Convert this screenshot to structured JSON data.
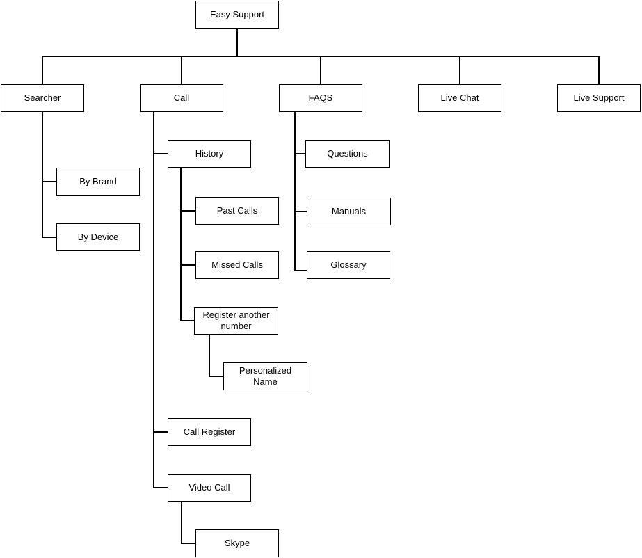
{
  "diagram": {
    "type": "tree",
    "root": "Easy Support",
    "nodes": [
      {
        "id": "easy-support",
        "label": "Easy Support",
        "parent": null
      },
      {
        "id": "searcher",
        "label": "Searcher",
        "parent": "easy-support"
      },
      {
        "id": "call",
        "label": "Call",
        "parent": "easy-support"
      },
      {
        "id": "faqs",
        "label": "FAQS",
        "parent": "easy-support"
      },
      {
        "id": "live-chat",
        "label": "Live Chat",
        "parent": "easy-support"
      },
      {
        "id": "live-support",
        "label": "Live Support",
        "parent": "easy-support"
      },
      {
        "id": "by-brand",
        "label": "By Brand",
        "parent": "searcher"
      },
      {
        "id": "by-device",
        "label": "By Device",
        "parent": "searcher"
      },
      {
        "id": "history",
        "label": "History",
        "parent": "call"
      },
      {
        "id": "past-calls",
        "label": "Past Calls",
        "parent": "history"
      },
      {
        "id": "missed-calls",
        "label": "Missed Calls",
        "parent": "history"
      },
      {
        "id": "register-another-number",
        "label": "Register another number",
        "parent": "history"
      },
      {
        "id": "personalized-name",
        "label": "Personalized Name",
        "parent": "register-another-number"
      },
      {
        "id": "call-register",
        "label": "Call Register",
        "parent": "call"
      },
      {
        "id": "video-call",
        "label": "Video Call",
        "parent": "call"
      },
      {
        "id": "skype",
        "label": "Skype",
        "parent": "video-call"
      },
      {
        "id": "questions",
        "label": "Questions",
        "parent": "faqs"
      },
      {
        "id": "manuals",
        "label": "Manuals",
        "parent": "faqs"
      },
      {
        "id": "glossary",
        "label": "Glossary",
        "parent": "faqs"
      }
    ],
    "colors": {
      "background": "#ffffff",
      "box_fill": "#ffffff",
      "box_border": "#000000",
      "line": "#000000",
      "text": "#000000"
    }
  }
}
